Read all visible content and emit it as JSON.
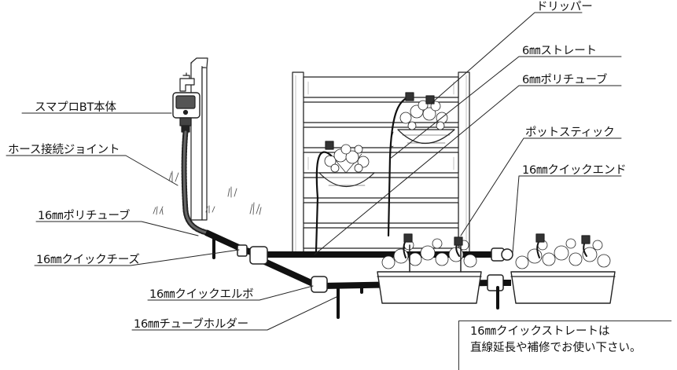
{
  "labels": {
    "dripper": "ドリッパー",
    "straight6": "6㎜ストレート",
    "poly6": "6㎜ポリチューブ",
    "pot_stick": "ポットスティック",
    "quick_end16": "16㎜クイックエンド",
    "smapro": "スマプロBT本体",
    "hose_joint": "ホース接続ジョイント",
    "poly16": "16㎜ポリチューブ",
    "quick_tee16": "16㎜クイックチーズ",
    "quick_elbow16": "16㎜クイックエルボ",
    "tube_holder16": "16㎜チューブホルダー"
  },
  "note": {
    "line1": "16㎜クイックストレートは",
    "line2": "直線延長や補修でお使い下さい。"
  }
}
